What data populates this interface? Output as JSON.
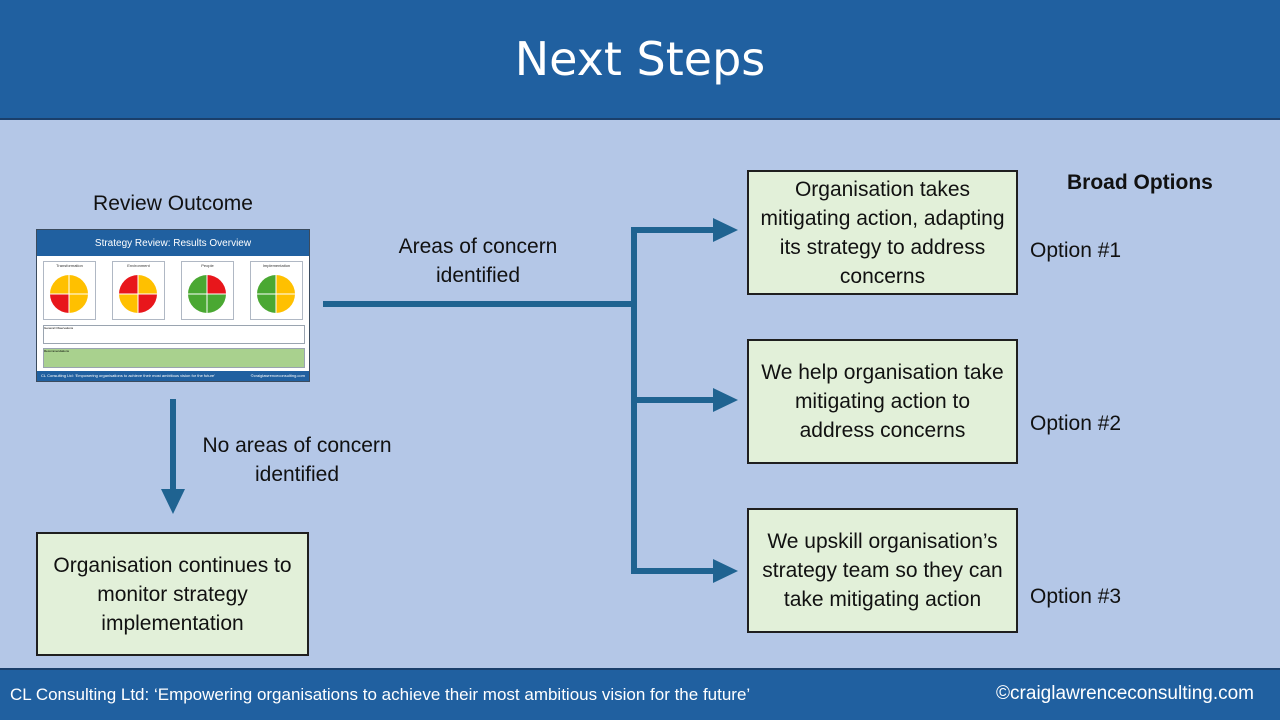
{
  "title": "Next Steps",
  "review_outcome_label": "Review Outcome",
  "thumbnail": {
    "title": "Strategy Review: Results Overview",
    "panels": [
      "Transformation",
      "Environment",
      "People",
      "Implementation"
    ],
    "observations_label": "General Observations",
    "recommendations_label": "Recommendations",
    "footer_left": "CL Consulting Ltd: 'Empowering organisations to achieve their most ambitious vision for the future'",
    "footer_right": "©craiglawrenceconsulting.com"
  },
  "concern_label": "Areas of concern identified",
  "no_concern_label": "No areas of concern identified",
  "continue_box": "Organisation continues to monitor strategy implementation",
  "broad_options_heading": "Broad Options",
  "options": [
    {
      "box": "Organisation takes mitigating action, adapting its strategy to address concerns",
      "label": "Option #1"
    },
    {
      "box": "We help organisation take mitigating action to address concerns",
      "label": "Option #2"
    },
    {
      "box": "We upskill organisation’s strategy team so they can take mitigating action",
      "label": "Option #3"
    }
  ],
  "footer": {
    "tagline": "CL Consulting Ltd: ‘Empowering organisations to achieve their most ambitious vision for the future’",
    "website": "©craiglawrenceconsulting.com"
  },
  "colors": {
    "background": "#b4c7e7",
    "header": "#2060a0",
    "box_fill": "#e2f0d9",
    "arrow": "#1f6391"
  }
}
